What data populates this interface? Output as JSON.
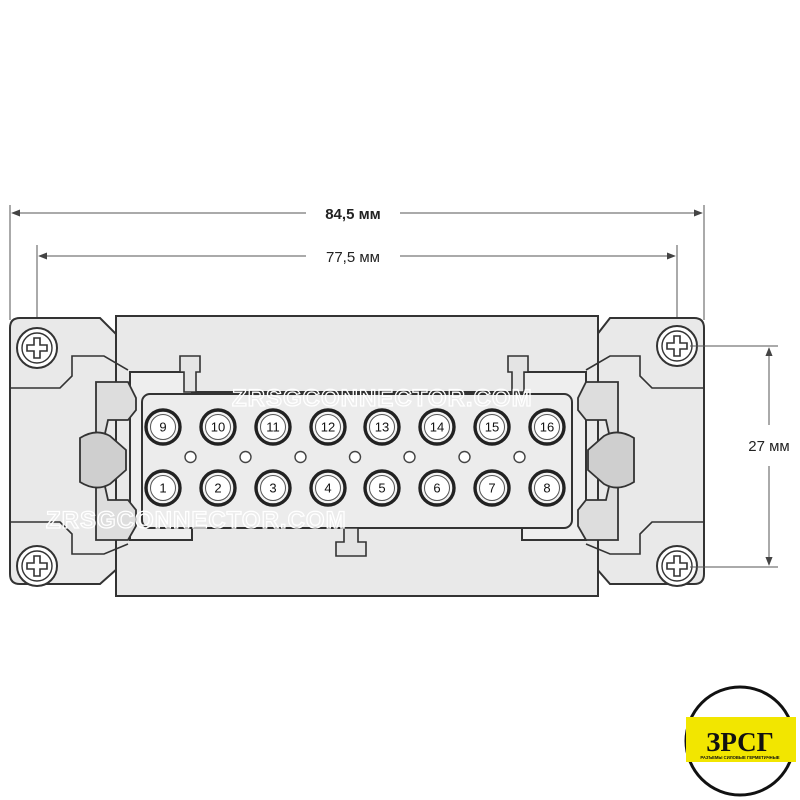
{
  "dimensions": {
    "overall_width": "84,5 мм",
    "pin_span": "77,5 мм",
    "height": "27 мм"
  },
  "pins": {
    "top_row": [
      "9",
      "10",
      "11",
      "12",
      "13",
      "14",
      "15",
      "16"
    ],
    "bottom_row": [
      "1",
      "2",
      "3",
      "4",
      "5",
      "6",
      "7",
      "8"
    ]
  },
  "watermark": "ZRSGCONNECTOR.COM",
  "logo": {
    "main": "ЗРСГ",
    "subtitle": "РАЗЪЕМЫ СИЛОВЫЕ ГЕРМЕТИЧНЫЕ",
    "colors": {
      "badge": "#f2e600",
      "ring": "#111111"
    }
  },
  "colors": {
    "body": "#e9e9e9",
    "line": "#333333",
    "pin_ring": "#222222"
  }
}
